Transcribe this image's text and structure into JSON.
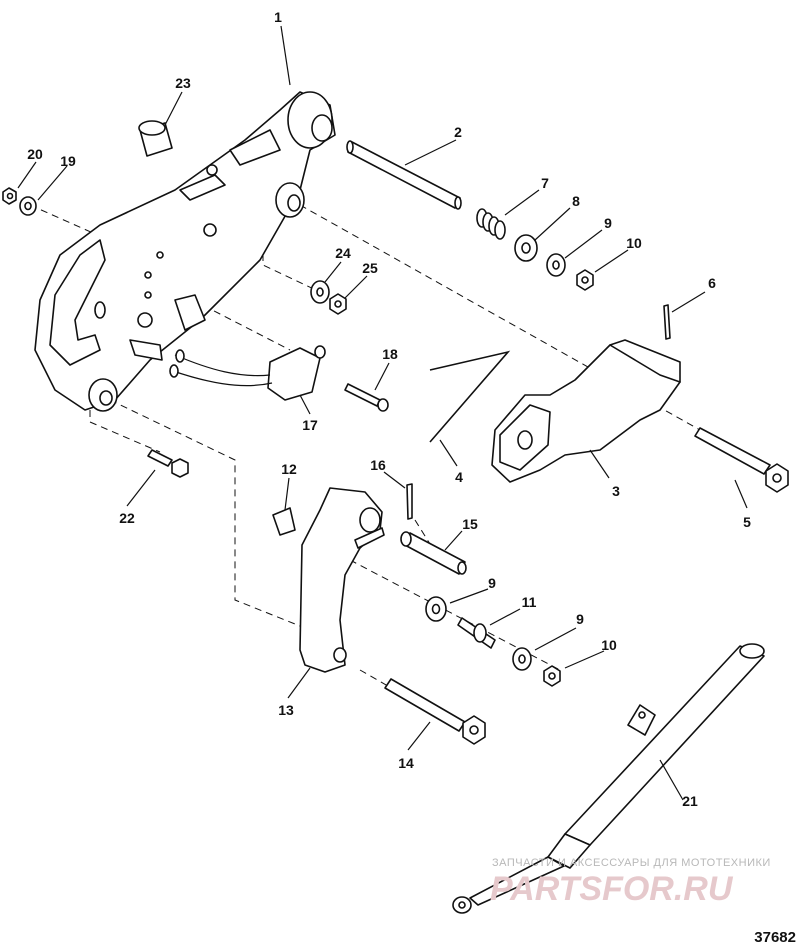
{
  "callouts": [
    {
      "id": "c1",
      "text": "1"
    },
    {
      "id": "c2",
      "text": "2"
    },
    {
      "id": "c3",
      "text": "3"
    },
    {
      "id": "c4",
      "text": "4"
    },
    {
      "id": "c5",
      "text": "5"
    },
    {
      "id": "c6",
      "text": "6"
    },
    {
      "id": "c7",
      "text": "7"
    },
    {
      "id": "c8",
      "text": "8"
    },
    {
      "id": "c9a",
      "text": "9"
    },
    {
      "id": "c10a",
      "text": "10"
    },
    {
      "id": "c9b",
      "text": "9"
    },
    {
      "id": "c11",
      "text": "11"
    },
    {
      "id": "c9c",
      "text": "9"
    },
    {
      "id": "c10b",
      "text": "10"
    },
    {
      "id": "c12",
      "text": "12"
    },
    {
      "id": "c13",
      "text": "13"
    },
    {
      "id": "c14",
      "text": "14"
    },
    {
      "id": "c15",
      "text": "15"
    },
    {
      "id": "c16",
      "text": "16"
    },
    {
      "id": "c17",
      "text": "17"
    },
    {
      "id": "c18",
      "text": "18"
    },
    {
      "id": "c19",
      "text": "19"
    },
    {
      "id": "c20",
      "text": "20"
    },
    {
      "id": "c21",
      "text": "21"
    },
    {
      "id": "c22",
      "text": "22"
    },
    {
      "id": "c23",
      "text": "23"
    },
    {
      "id": "c24",
      "text": "24"
    },
    {
      "id": "c25",
      "text": "25"
    }
  ],
  "watermark": {
    "tagline": "ЗАПЧАСТИ И АКСЕССУАРЫ ДЛЯ МОТОТЕХНИКИ",
    "brand": "PARTSFOR.RU"
  },
  "figure_number": "37682"
}
